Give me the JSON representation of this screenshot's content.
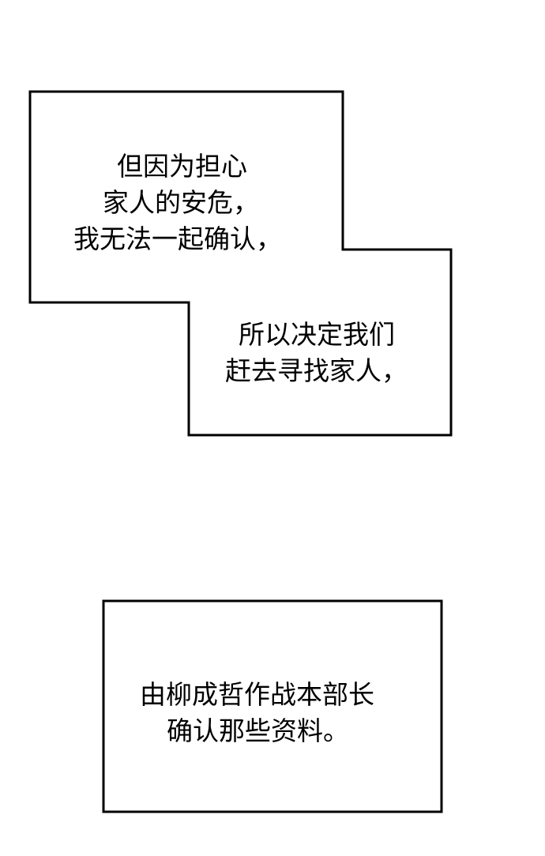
{
  "captions": {
    "box1": {
      "lines": [
        "但因为担心",
        "家人的安危，",
        "我无法一起确认，"
      ]
    },
    "box2": {
      "lines": [
        "所以决定我们",
        "赶去寻找家人，"
      ]
    },
    "box3": {
      "lines": [
        "由柳成哲作战本部长",
        "确认那些资料。"
      ]
    }
  },
  "colors": {
    "background": "#ffffff",
    "border": "#000000",
    "text": "#000000"
  }
}
